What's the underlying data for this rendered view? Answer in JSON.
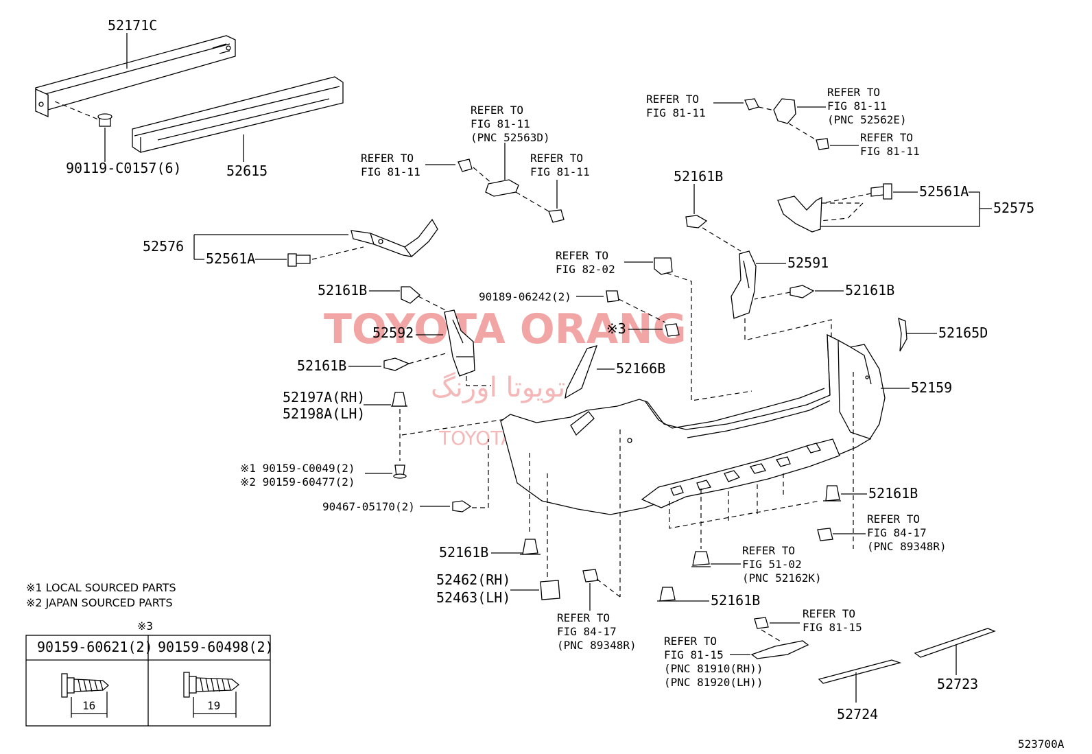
{
  "watermark": {
    "brand": "TOYOTA ORANG",
    "brand_fa": "تویوتا اورنگ",
    "site": "TOYOTAPARY.IR"
  },
  "labels": {
    "p52171C": "52171C",
    "p90119": "90119-C0157(6)",
    "p52615": "52615",
    "p52576": "52576",
    "p52561A_l": "52561A",
    "p52561A_r": "52561A",
    "p52575": "52575",
    "p52161B_1": "52161B",
    "p52161B_2": "52161B",
    "p52161B_3": "52161B",
    "p52161B_4": "52161B",
    "p52161B_5": "52161B",
    "p52161B_6": "52161B",
    "p52161B_7": "52161B",
    "p52592": "52592",
    "p52591": "52591",
    "p52197A": "52197A(RH)",
    "p52198A": "52198A(LH)",
    "p90159a": "※1 90159-C0049(2)",
    "p90159b": "※2 90159-60477(2)",
    "p90467": "90467-05170(2)",
    "p90189": "90189-06242(2)",
    "p_star3": "※3",
    "p52166B": "52166B",
    "p52165D": "52165D",
    "p52159": "52159",
    "p52462": "52462(RH)",
    "p52463": "52463(LH)",
    "p52724": "52724",
    "p52723": "52723",
    "fig_code": "523700A"
  },
  "refers": {
    "r1": [
      "REFER TO",
      "FIG 81-11",
      "(PNC 52563D)"
    ],
    "r2": [
      "REFER TO",
      "FIG 81-11"
    ],
    "r3": [
      "REFER TO",
      "FIG 81-11"
    ],
    "r4": [
      "REFER TO",
      "FIG 81-11"
    ],
    "r5": [
      "REFER TO",
      "FIG 81-11",
      "(PNC 52562E)"
    ],
    "r6": [
      "REFER TO",
      "FIG 81-11"
    ],
    "r7": [
      "REFER TO",
      "FIG 82-02"
    ],
    "r8": [
      "REFER TO",
      "FIG 84-17",
      "(PNC 89348R)"
    ],
    "r9": [
      "REFER TO",
      "FIG 51-02",
      "(PNC 52162K)"
    ],
    "r10": [
      "REFER TO",
      "FIG 84-17",
      "(PNC 89348R)"
    ],
    "r11": [
      "REFER TO",
      "FIG 81-15"
    ],
    "r12": [
      "REFER TO",
      "FIG 81-15",
      "(PNC 81910(RH))",
      "(PNC 81920(LH))"
    ]
  },
  "notes": {
    "local": "※1 LOCAL SOURCED PARTS",
    "japan": "※2 JAPAN SOURCED PARTS"
  },
  "screw_table": {
    "title": "※3",
    "col1_part": "90159-60621(2)",
    "col1_len": "16",
    "col2_part": "90159-60498(2)",
    "col2_len": "19"
  }
}
